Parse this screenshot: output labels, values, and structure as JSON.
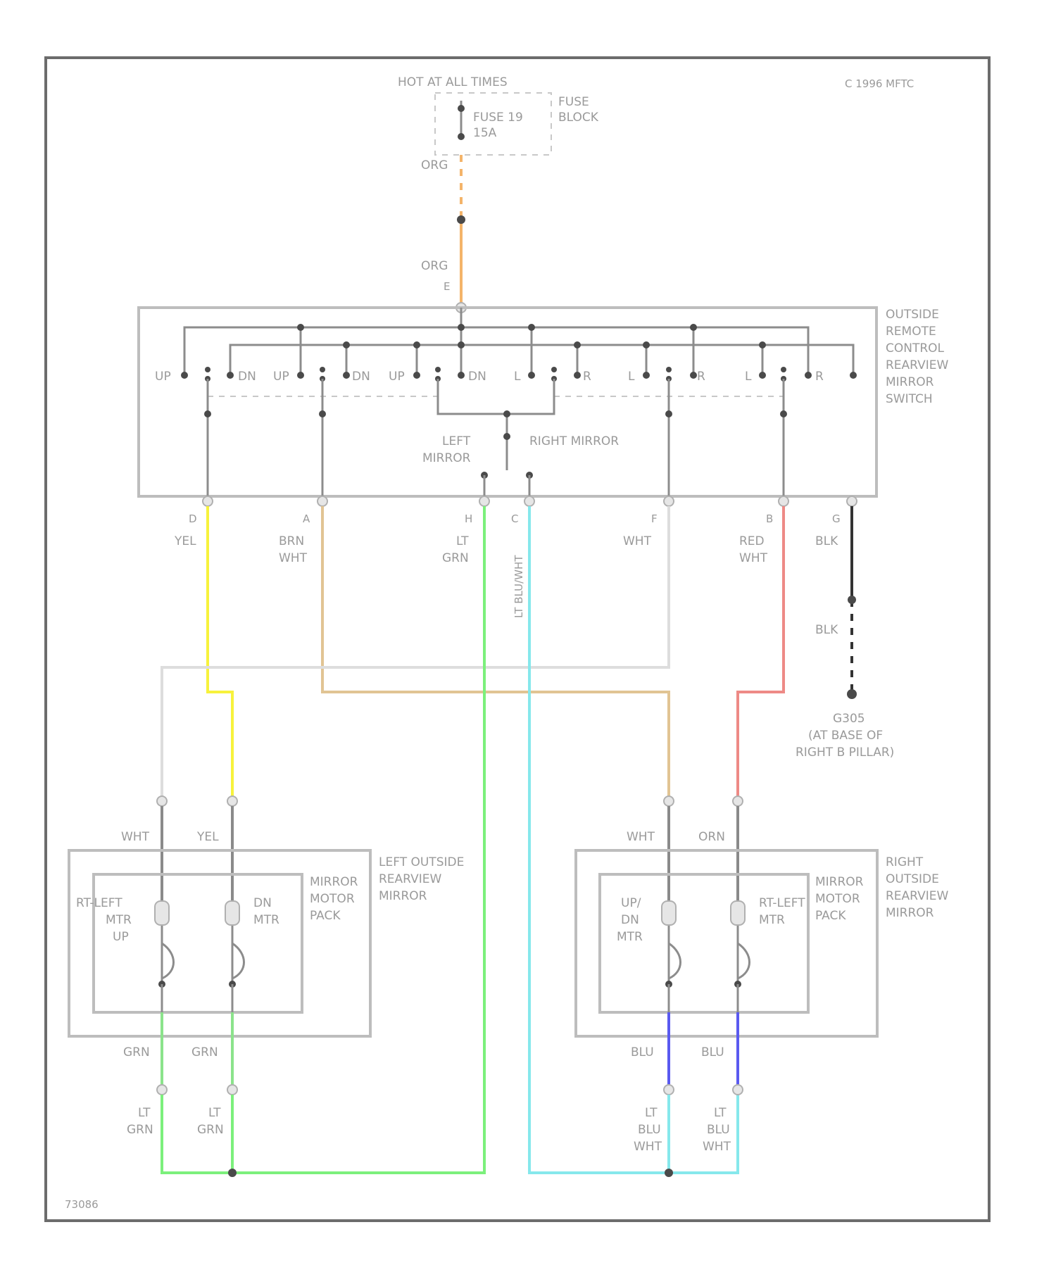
{
  "diagram": {
    "header": {
      "power": "HOT AT ALL TIMES",
      "fuse": "FUSE 19",
      "fuse_rating": "15A",
      "fuse_block": [
        "FUSE",
        "BLOCK"
      ],
      "copyright": "C 1996 MFTC"
    },
    "switch": {
      "name": [
        "OUTSIDE",
        "REMOTE",
        "CONTROL",
        "REARVIEW",
        "MIRROR",
        "SWITCH"
      ],
      "terminals": [
        "UP",
        "DN",
        "UP",
        "DN",
        "UP",
        "DN",
        "L",
        "R",
        "L",
        "R",
        "L",
        "R"
      ],
      "left_mirror": [
        "LEFT",
        "MIRROR"
      ],
      "right_mirror": "RIGHT MIRROR",
      "input_pin": "E"
    },
    "wire_labels": {
      "org": "ORG",
      "d": "D",
      "yel": "YEL",
      "a": "A",
      "brn_wht": [
        "BRN",
        "WHT"
      ],
      "h": "H",
      "lt_grn": [
        "LT",
        "GRN"
      ],
      "c": "C",
      "lt_blu_wht": "LT BLU/WHT",
      "f": "F",
      "wht": "WHT",
      "b": "B",
      "red_wht": [
        "RED",
        "WHT"
      ],
      "g": "G",
      "blk": "BLK",
      "blk2": "BLK"
    },
    "ground": [
      "G305",
      "(AT BASE OF",
      "RIGHT B PILLAR)"
    ],
    "left_mirror": {
      "name": [
        "LEFT OUTSIDE",
        "REARVIEW",
        "MIRROR"
      ],
      "motor_pack": [
        "MIRROR",
        "MOTOR",
        "PACK"
      ],
      "top_wires": [
        "WHT",
        "YEL"
      ],
      "motor1": [
        "RT-LEFT",
        "MTR",
        "UP"
      ],
      "motor2": [
        "DN",
        "MTR"
      ],
      "bottom_wires": [
        "GRN",
        "GRN"
      ],
      "lower_labels": [
        [
          "LT",
          "GRN"
        ],
        [
          "LT",
          "GRN"
        ]
      ]
    },
    "right_mirror": {
      "name": [
        "RIGHT",
        "OUTSIDE",
        "REARVIEW",
        "MIRROR"
      ],
      "motor_pack": [
        "MIRROR",
        "MOTOR",
        "PACK"
      ],
      "top_wires": [
        "WHT",
        "ORN"
      ],
      "motor1": [
        "UP/",
        "DN",
        "MTR"
      ],
      "motor2": [
        "RT-LEFT",
        "MTR"
      ],
      "bottom_wires": [
        "BLU",
        "BLU"
      ],
      "lower_labels": [
        [
          "LT",
          "BLU",
          "WHT"
        ],
        [
          "LT",
          "BLU",
          "WHT"
        ]
      ]
    },
    "diagram_id": "73086",
    "colors": {
      "org": "#f4b46a",
      "yel": "#f7f23c",
      "brn_wht": "#e1c493",
      "lt_grn": "#7cf07c",
      "lt_blu": "#86e8ec",
      "wht": "#dddddd",
      "red_wht": "#ee8a86",
      "blk": "#333333",
      "grn": "#8be38b",
      "blu": "#5a5af0"
    }
  }
}
